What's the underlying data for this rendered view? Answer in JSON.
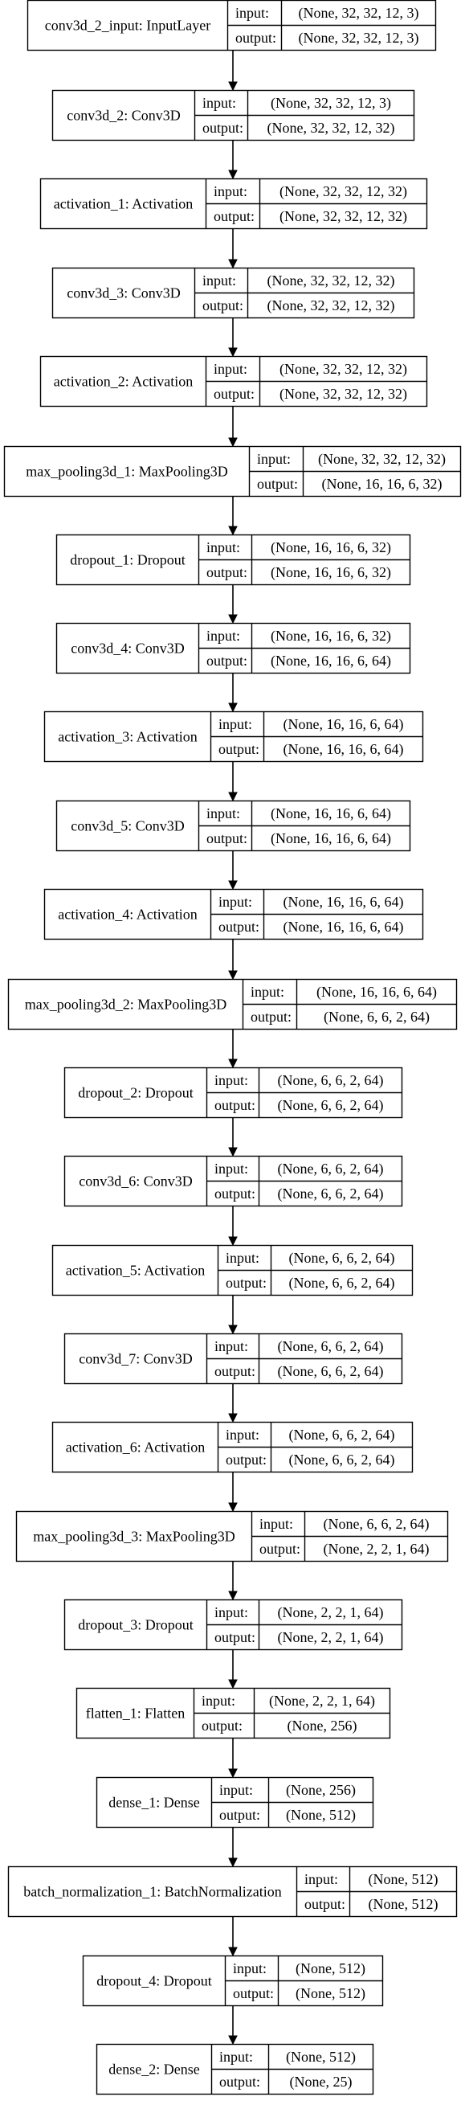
{
  "diagram": {
    "kind": "keras-model-plot",
    "colors": {
      "stroke": "#000000",
      "fill": "#ffffff",
      "text": "#000000"
    },
    "labels": {
      "input": "input:",
      "output": "output:"
    },
    "layers": [
      {
        "name": "conv3d_2_input: InputLayer",
        "input": "(None, 32, 32, 12, 3)",
        "output": "(None, 32, 32, 12, 3)"
      },
      {
        "name": "conv3d_2: Conv3D",
        "input": "(None, 32, 32, 12, 3)",
        "output": "(None, 32, 32, 12, 32)"
      },
      {
        "name": "activation_1: Activation",
        "input": "(None, 32, 32, 12, 32)",
        "output": "(None, 32, 32, 12, 32)"
      },
      {
        "name": "conv3d_3: Conv3D",
        "input": "(None, 32, 32, 12, 32)",
        "output": "(None, 32, 32, 12, 32)"
      },
      {
        "name": "activation_2: Activation",
        "input": "(None, 32, 32, 12, 32)",
        "output": "(None, 32, 32, 12, 32)"
      },
      {
        "name": "max_pooling3d_1: MaxPooling3D",
        "input": "(None, 32, 32, 12, 32)",
        "output": "(None, 16, 16, 6, 32)"
      },
      {
        "name": "dropout_1: Dropout",
        "input": "(None, 16, 16, 6, 32)",
        "output": "(None, 16, 16, 6, 32)"
      },
      {
        "name": "conv3d_4: Conv3D",
        "input": "(None, 16, 16, 6, 32)",
        "output": "(None, 16, 16, 6, 64)"
      },
      {
        "name": "activation_3: Activation",
        "input": "(None, 16, 16, 6, 64)",
        "output": "(None, 16, 16, 6, 64)"
      },
      {
        "name": "conv3d_5: Conv3D",
        "input": "(None, 16, 16, 6, 64)",
        "output": "(None, 16, 16, 6, 64)"
      },
      {
        "name": "activation_4: Activation",
        "input": "(None, 16, 16, 6, 64)",
        "output": "(None, 16, 16, 6, 64)"
      },
      {
        "name": "max_pooling3d_2: MaxPooling3D",
        "input": "(None, 16, 16, 6, 64)",
        "output": "(None, 6, 6, 2, 64)"
      },
      {
        "name": "dropout_2: Dropout",
        "input": "(None, 6, 6, 2, 64)",
        "output": "(None, 6, 6, 2, 64)"
      },
      {
        "name": "conv3d_6: Conv3D",
        "input": "(None, 6, 6, 2, 64)",
        "output": "(None, 6, 6, 2, 64)"
      },
      {
        "name": "activation_5: Activation",
        "input": "(None, 6, 6, 2, 64)",
        "output": "(None, 6, 6, 2, 64)"
      },
      {
        "name": "conv3d_7: Conv3D",
        "input": "(None, 6, 6, 2, 64)",
        "output": "(None, 6, 6, 2, 64)"
      },
      {
        "name": "activation_6: Activation",
        "input": "(None, 6, 6, 2, 64)",
        "output": "(None, 6, 6, 2, 64)"
      },
      {
        "name": "max_pooling3d_3: MaxPooling3D",
        "input": "(None, 6, 6, 2, 64)",
        "output": "(None, 2, 2, 1, 64)"
      },
      {
        "name": "dropout_3: Dropout",
        "input": "(None, 2, 2, 1, 64)",
        "output": "(None, 2, 2, 1, 64)"
      },
      {
        "name": "flatten_1: Flatten",
        "input": "(None, 2, 2, 1, 64)",
        "output": "(None, 256)"
      },
      {
        "name": "dense_1: Dense",
        "input": "(None, 256)",
        "output": "(None, 512)"
      },
      {
        "name": "batch_normalization_1: BatchNormalization",
        "input": "(None, 512)",
        "output": "(None, 512)"
      },
      {
        "name": "dropout_4: Dropout",
        "input": "(None, 512)",
        "output": "(None, 512)"
      },
      {
        "name": "dense_2: Dense",
        "input": "(None, 512)",
        "output": "(None, 25)"
      }
    ]
  }
}
